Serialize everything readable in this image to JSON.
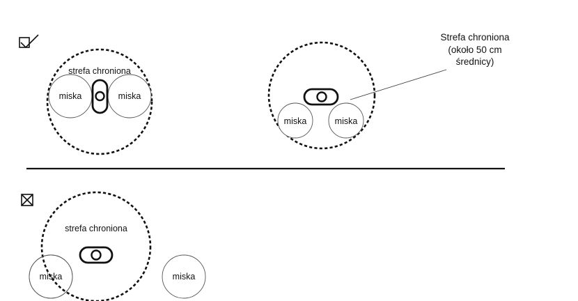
{
  "labels": {
    "zone_lowercase": "strefa chroniona",
    "bowl": "miska",
    "callout_line1": "Strefa chroniona",
    "callout_line2": "(około 50 cm",
    "callout_line3": "średnicy)"
  },
  "icons": {
    "correct": "checkmark-icon",
    "incorrect": "cross-icon"
  }
}
